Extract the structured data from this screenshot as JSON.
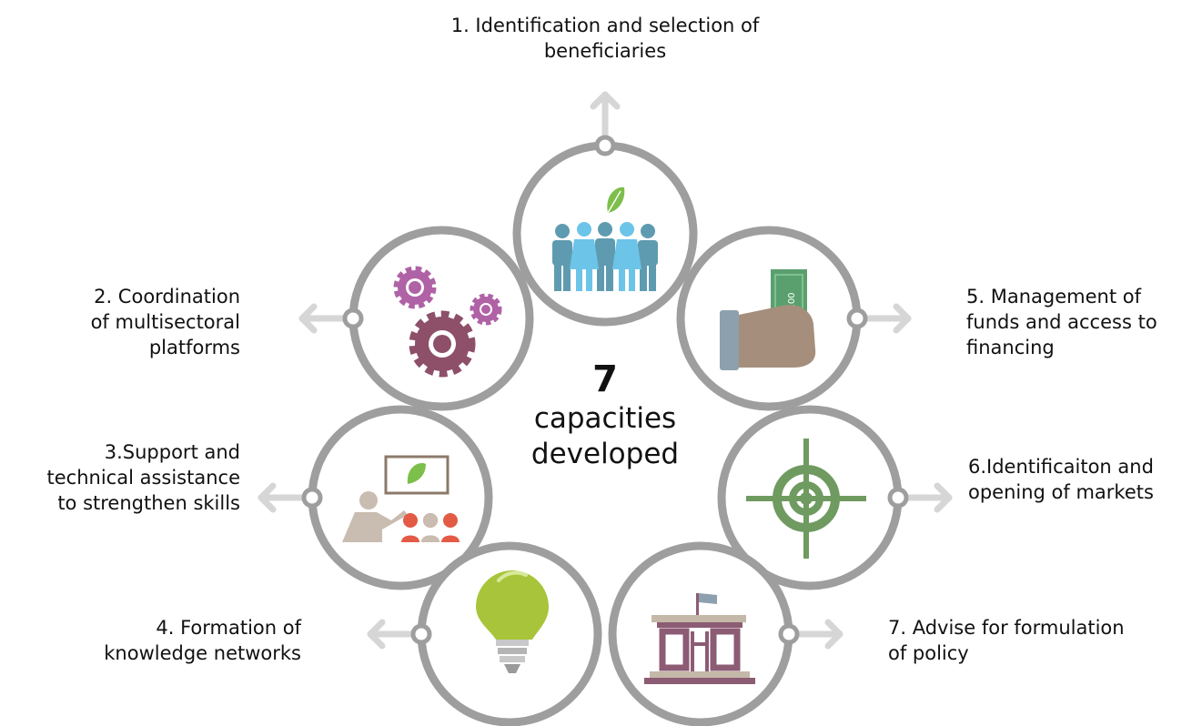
{
  "center": {
    "number": "7",
    "text": "capacities\ndeveloped"
  },
  "capacities": [
    {
      "label": "1. Identification and selection of\nbeneficiaries",
      "icon": "people-leaf-icon"
    },
    {
      "label": "2. Coordination\nof multisectoral\nplatforms",
      "icon": "gears-icon"
    },
    {
      "label": "3.Support and\ntechnical assistance\nto strengthen skills",
      "icon": "teacher-board-icon"
    },
    {
      "label": "4. Formation of\nknowledge networks",
      "icon": "lightbulb-icon"
    },
    {
      "label": "5. Management of\nfunds and access to\nfinancing",
      "icon": "hand-money-icon"
    },
    {
      "label": "6.Identificaiton and\nopening of markets",
      "icon": "target-icon"
    },
    {
      "label": "7. Advise for formulation\nof policy",
      "icon": "government-building-icon"
    }
  ],
  "money_note": "100",
  "colors": {
    "ring": "#9e9e9e",
    "arrow": "#d6d6d6",
    "people": "#5f9bb0",
    "people_light": "#6cc4e8",
    "leaf": "#7cbf4a",
    "gear": "#8d5068",
    "gear_light": "#b062a6",
    "teacher": "#c9bcb0",
    "audience": "#e35a45",
    "bulb": "#a8c43a",
    "hand": "#a58f7c",
    "cuff": "#8da0ad",
    "money": "#5aa06e",
    "target": "#6f9a60",
    "building": "#8c5b74",
    "building_top": "#c4b8a8"
  }
}
